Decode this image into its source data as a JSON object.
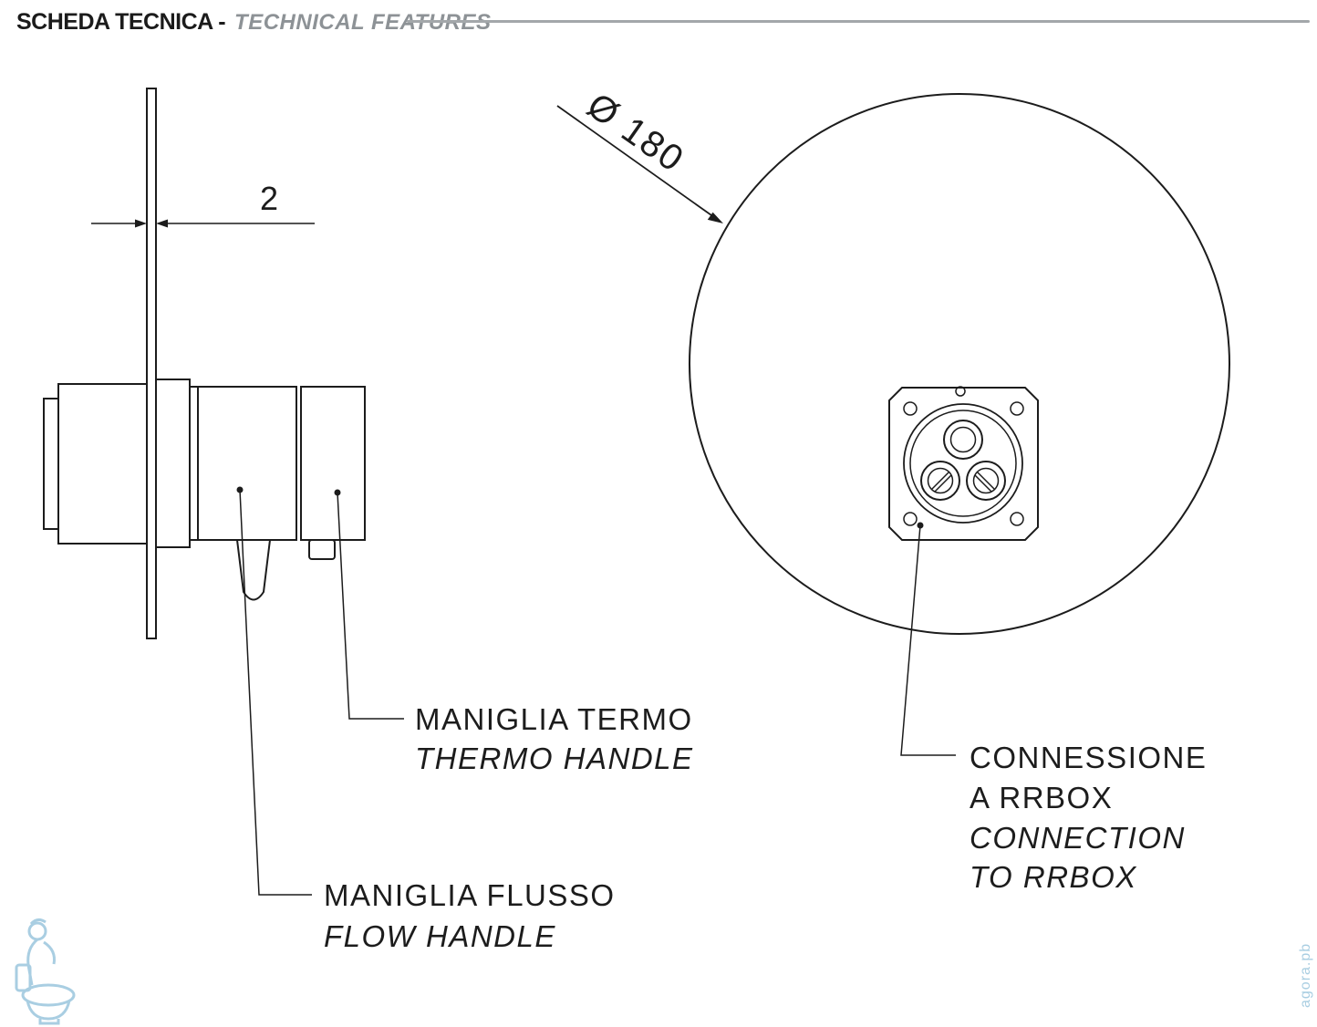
{
  "header": {
    "title_primary": "SCHEDA TECNICA -",
    "title_secondary": "TECHNICAL FEATURES"
  },
  "side_view": {
    "plate_thickness": "2",
    "labels": {
      "thermo_it": "MANIGLIA TERMO",
      "thermo_en": "THERMO HANDLE",
      "flow_it": "MANIGLIA FLUSSO",
      "flow_en": "FLOW HANDLE"
    }
  },
  "front_view": {
    "diameter": "Ø 180",
    "connection": {
      "it_line1": "CONNESSIONE",
      "it_line2": "A RRBOX",
      "en_line1": "CONNECTION",
      "en_line2": "TO RRBOX"
    }
  },
  "watermark": {
    "site_text": "agora.pb"
  },
  "colors": {
    "line": "#1c1c1c",
    "header_secondary": "#8d9296",
    "rule": "#a3a7aa",
    "watermark_blue": "#a9cee2"
  }
}
